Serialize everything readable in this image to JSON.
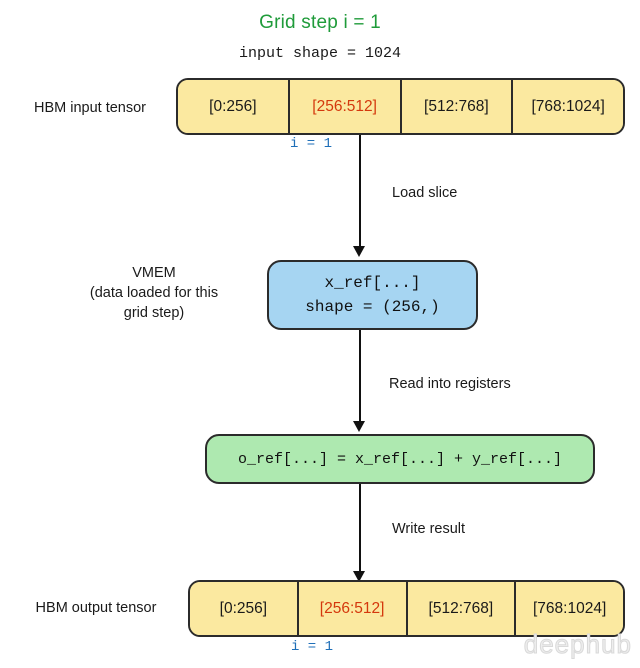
{
  "title": "Grid step i = 1",
  "subtitle": "input shape = 1024",
  "colors": {
    "title_green": "#1f9b3a",
    "hbm_yellow": "#fbe9a0",
    "vmem_blue": "#a6d5f2",
    "compute_green": "#aee9b0",
    "active_slice_red": "#d4380d",
    "index_blue": "#1f6fb8",
    "stroke": "#2b2b2b"
  },
  "input_tensor": {
    "label": "HBM input tensor",
    "cells": [
      {
        "text": "[0:256]",
        "active": false
      },
      {
        "text": "[256:512]",
        "active": true
      },
      {
        "text": "[512:768]",
        "active": false
      },
      {
        "text": "[768:1024]",
        "active": false
      }
    ],
    "index_label": "i = 1"
  },
  "output_tensor": {
    "label": "HBM output tensor",
    "cells": [
      {
        "text": "[0:256]",
        "active": false
      },
      {
        "text": "[256:512]",
        "active": true
      },
      {
        "text": "[512:768]",
        "active": false
      },
      {
        "text": "[768:1024]",
        "active": false
      }
    ],
    "index_label": "i = 1"
  },
  "vmem": {
    "label_line1": "VMEM",
    "label_line2": "(data loaded for this",
    "label_line3": "grid step)",
    "box_line1": "x_ref[...]",
    "box_line2": "shape = (256,)"
  },
  "compute": {
    "expression": "o_ref[...] = x_ref[...] + y_ref[...]"
  },
  "edges": {
    "load": "Load slice",
    "read": "Read into registers",
    "write": "Write result"
  },
  "watermark": "deephub"
}
